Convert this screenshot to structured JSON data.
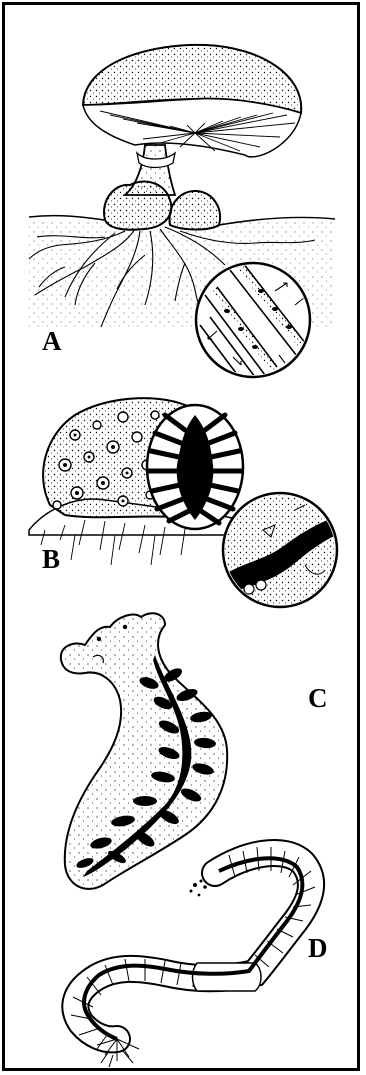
{
  "panels": [
    {
      "label": "A",
      "subject_icon": "mushroom-icon"
    },
    {
      "label": "B",
      "subject_icon": "sponge-icon"
    },
    {
      "label": "C",
      "subject_icon": "flatworm-icon"
    },
    {
      "label": "D",
      "subject_icon": "earthworm-icon"
    }
  ],
  "colors": {
    "ink": "#000000",
    "paper": "#ffffff"
  }
}
